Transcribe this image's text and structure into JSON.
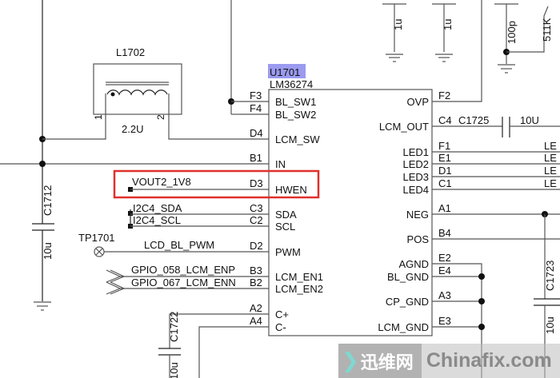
{
  "chip": {
    "ref": "U1701",
    "part": "LM36274",
    "highlight_color": "#9a9af0",
    "left_pins": [
      {
        "num": "F3",
        "name": "BL_SW1"
      },
      {
        "num": "F4",
        "name": "BL_SW2"
      },
      {
        "num": "D4",
        "name": "LCM_SW"
      },
      {
        "num": "B1",
        "name": "IN"
      },
      {
        "num": "D3",
        "name": "HWEN"
      },
      {
        "num": "C3",
        "name": "SDA"
      },
      {
        "num": "C2",
        "name": "SCL"
      },
      {
        "num": "D2",
        "name": "PWM"
      },
      {
        "num": "B3",
        "name": "LCM_EN1"
      },
      {
        "num": "B2",
        "name": "LCM_EN2"
      },
      {
        "num": "A2",
        "name": "C+"
      },
      {
        "num": "A4",
        "name": "C-"
      }
    ],
    "right_pins": [
      {
        "num": "F2",
        "name": "OVP"
      },
      {
        "num": "C4",
        "name": "LCM_OUT"
      },
      {
        "num": "F1",
        "name": "LED1"
      },
      {
        "num": "E1",
        "name": "LED2"
      },
      {
        "num": "D1",
        "name": "LED3"
      },
      {
        "num": "C1",
        "name": "LED4"
      },
      {
        "num": "A1",
        "name": "NEG"
      },
      {
        "num": "B4",
        "name": "POS"
      },
      {
        "num": "E2",
        "name": "AGND"
      },
      {
        "num": "E4",
        "name": "BL_GND"
      },
      {
        "num": "A3",
        "name": "CP_GND"
      },
      {
        "num": "E3",
        "name": "LCM_GND"
      }
    ]
  },
  "inductor": {
    "ref": "L1702",
    "value": "2.2U",
    "pin1": "1",
    "pin2": "2"
  },
  "nets": {
    "hwen": "VOUT2_1V8",
    "sda": "I2C4_SDA",
    "scl": "I2C4_SCL",
    "pwm": "LCD_BL_PWM",
    "en1": "GPIO_058_LCM_ENP",
    "en2": "GPIO_067_LCM_ENN",
    "led_stub": "LE"
  },
  "testpoint": "TP1701",
  "caps": {
    "c1712": {
      "ref": "C1712",
      "value": "10u"
    },
    "c1722": {
      "ref": "C1722",
      "value": "10u"
    },
    "c1723": {
      "ref": "C1723",
      "value": "10u"
    },
    "c1725": {
      "ref": "C1725",
      "value": "10U"
    },
    "top1": {
      "value": "1u"
    },
    "top2": {
      "value": "1u"
    },
    "top3": {
      "value": "100p"
    }
  },
  "resistor": {
    "value": "511K"
  },
  "highlight_box_color": "#e0302c",
  "watermark": {
    "cn": "迅维网",
    "en": "Chinafix.com"
  }
}
